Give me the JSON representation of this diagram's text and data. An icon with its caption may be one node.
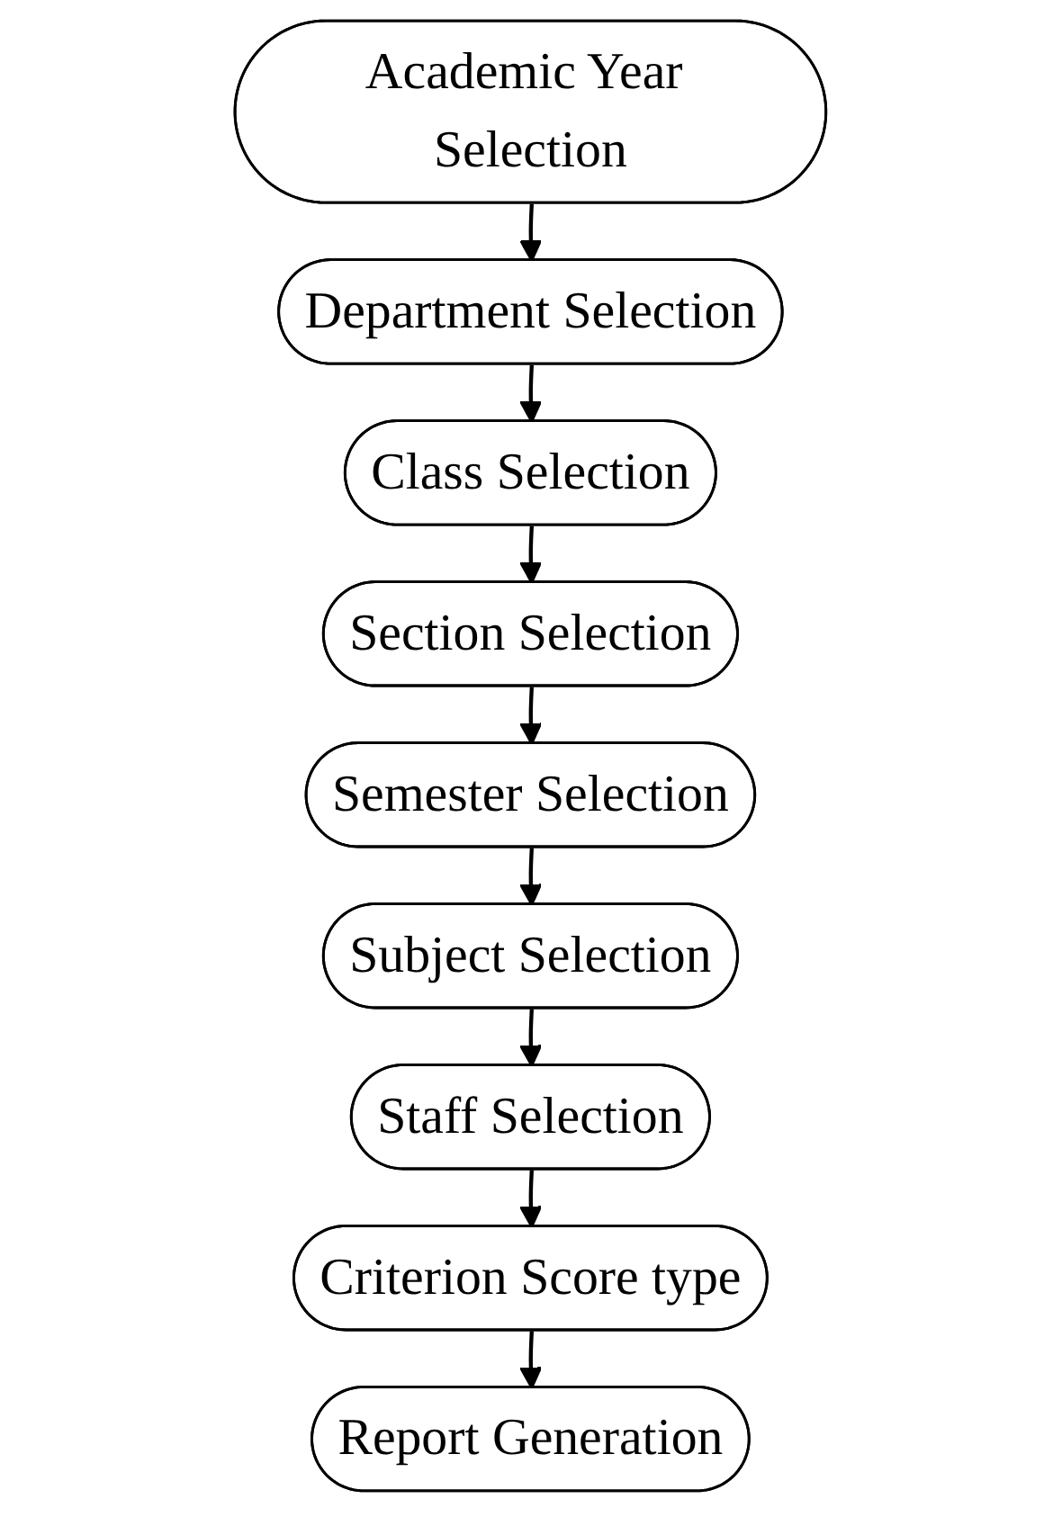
{
  "diagram": {
    "nodes": [
      {
        "text": [
          "Academic Year Selection"
        ]
      },
      {
        "text": [
          "Department Selection"
        ]
      },
      {
        "text": [
          "Class Selection"
        ]
      },
      {
        "text": [
          "Section Selection"
        ]
      },
      {
        "text": [
          "Semester Selection"
        ]
      },
      {
        "text": [
          "Subject Selection"
        ]
      },
      {
        "text": [
          "Staff Selection"
        ]
      },
      {
        "text": [
          "Criterion Score type"
        ]
      },
      {
        "text": [
          "Report Generation"
        ]
      }
    ],
    "edges": [
      {
        "from": 0,
        "to": 1,
        "arrow": "to"
      },
      {
        "from": 1,
        "to": 2,
        "arrow": "to"
      },
      {
        "from": 2,
        "to": 3,
        "arrow": "to"
      },
      {
        "from": 3,
        "to": 4,
        "arrow": "to"
      },
      {
        "from": 4,
        "to": 5,
        "arrow": "to"
      },
      {
        "from": 5,
        "to": 6,
        "arrow": "to"
      },
      {
        "from": 6,
        "to": 7,
        "arrow": "to"
      },
      {
        "from": 7,
        "to": 8,
        "arrow": "to"
      }
    ]
  }
}
